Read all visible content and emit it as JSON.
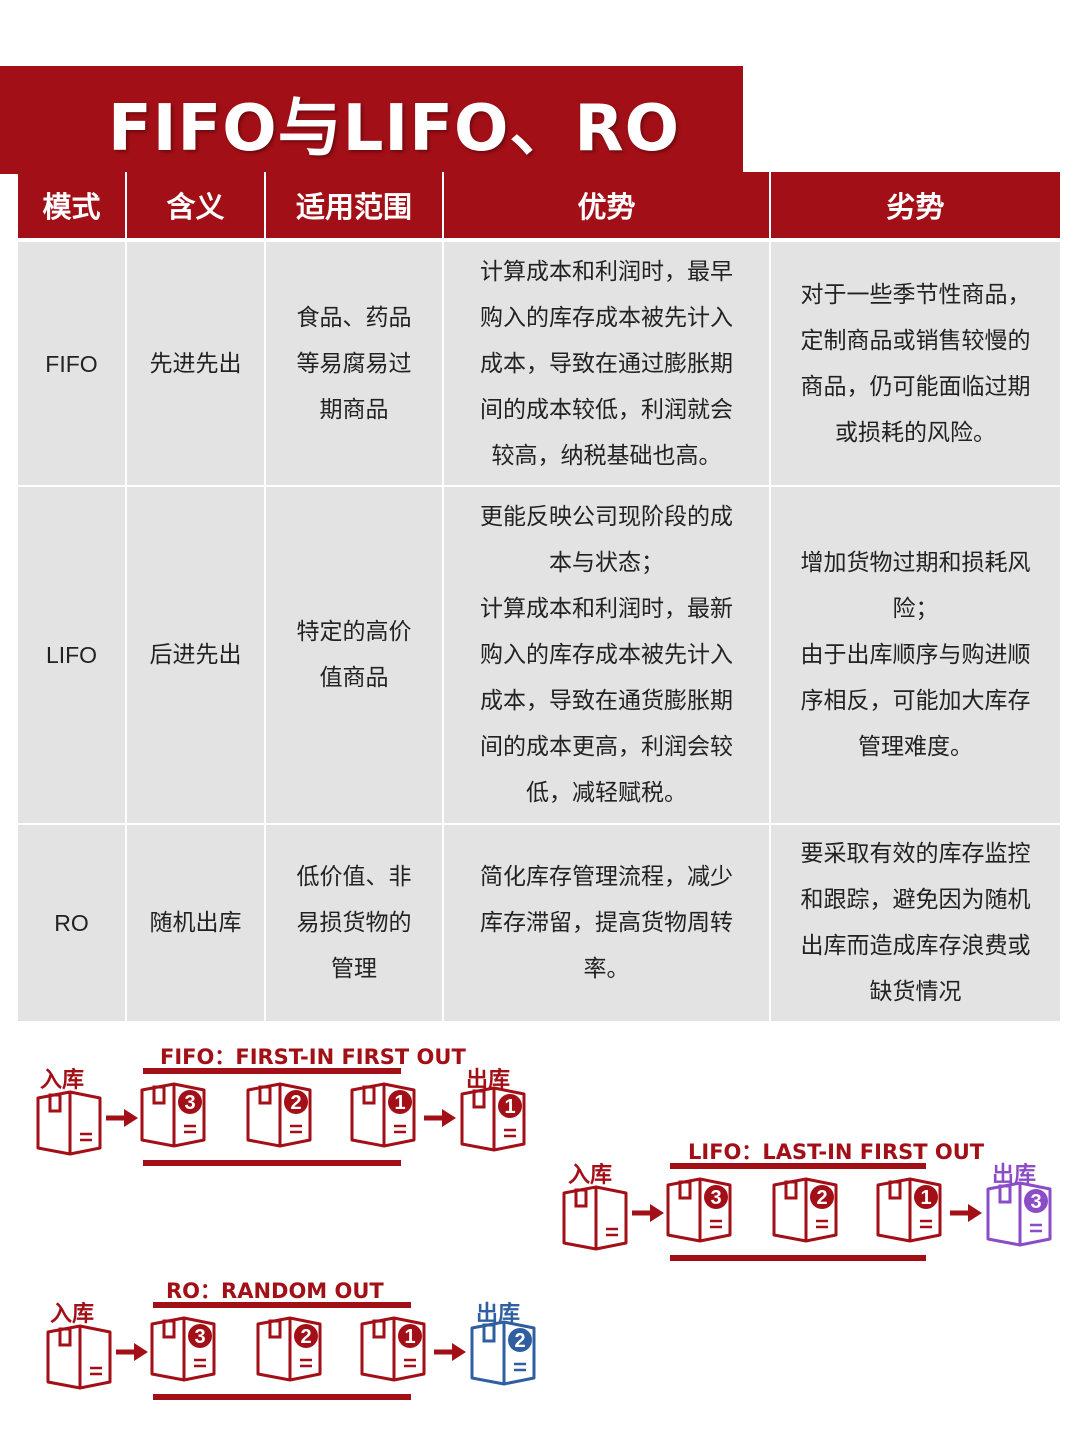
{
  "title": "FIFO与LIFO、RO",
  "table": {
    "headers": [
      "模式",
      "含义",
      "适用范围",
      "优势",
      "劣势"
    ],
    "rows": [
      {
        "mode": "FIFO",
        "meaning": "先进先出",
        "scope": [
          "食品、药品",
          "等易腐易过",
          "期商品"
        ],
        "advantage": [
          "计算成本和利润时，最早",
          "购入的库存成本被先计入",
          "成本，导致在通过膨胀期",
          "间的成本较低，利润就会",
          "较高，纳税基础也高。"
        ],
        "disadvantage": [
          "对于一些季节性商品，",
          "定制商品或销售较慢的",
          "商品，仍可能面临过期",
          "或损耗的风险。"
        ]
      },
      {
        "mode": "LIFO",
        "meaning": "后进先出",
        "scope": [
          "特定的高价",
          "值商品"
        ],
        "advantage": [
          "更能反映公司现阶段的成",
          "本与状态；",
          "计算成本和利润时，最新",
          "购入的库存成本被先计入",
          "成本，导致在通货膨胀期",
          "间的成本更高，利润会较",
          "低，减轻赋税。"
        ],
        "disadvantage": [
          "增加货物过期和损耗风",
          "险；",
          "由于出库顺序与购进顺",
          "序相反，可能加大库存",
          "管理难度。"
        ]
      },
      {
        "mode": "RO",
        "meaning": "随机出库",
        "scope": [
          "低价值、非",
          "易损货物的",
          "管理"
        ],
        "advantage": [
          "简化库存管理流程，减少",
          "库存滞留，提高货物周转",
          "率。"
        ],
        "disadvantage": [
          "要采取有效的库存监控",
          "和跟踪，避免因为随机",
          "出库而造成库存浪费或",
          "缺货情况"
        ]
      }
    ]
  },
  "diagrams": [
    {
      "label": "FIFO：FIRST-IN FIRST OUT",
      "in_label": "入库",
      "out_label": "出库",
      "queue": [
        "3",
        "2",
        "1"
      ],
      "out_box": "1",
      "out_color": "#a30f16"
    },
    {
      "label": "LIFO：LAST-IN FIRST OUT",
      "in_label": "入库",
      "out_label": "出库",
      "queue": [
        "3",
        "2",
        "1"
      ],
      "out_box": "3",
      "out_color": "#8b4cc7"
    },
    {
      "label": "RO：RANDOM OUT",
      "in_label": "入库",
      "out_label": "出库",
      "queue": [
        "3",
        "2",
        "1"
      ],
      "out_box": "2",
      "out_color": "#2f5fa0"
    }
  ],
  "colors": {
    "brand_red": "#a30f16",
    "cell_gray": "#e3e3e3"
  }
}
